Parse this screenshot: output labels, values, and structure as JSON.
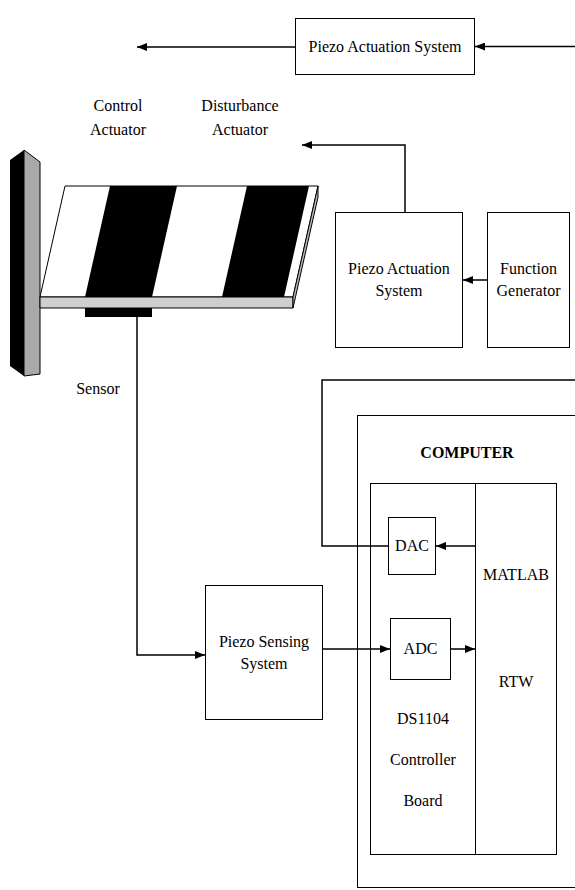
{
  "diagram": {
    "nodes": [
      {
        "text": [
          "Piezo Actuation System"
        ]
      },
      {
        "text": [
          "Piezo Actuation System"
        ]
      },
      {
        "text": [
          "Function Generator"
        ]
      },
      {
        "text": [
          "Piezo Sensing System"
        ]
      },
      {
        "text": [
          "COMPUTER"
        ]
      },
      {
        "text": [
          "DS1104 Controller Board"
        ],
        "in": 4
      },
      {
        "text": [
          "DAC"
        ],
        "in": 5
      },
      {
        "text": [
          "ADC"
        ],
        "in": 5
      },
      {
        "text": [
          "MATLAB",
          "RTW"
        ],
        "in": 4
      }
    ],
    "edges": [
      {
        "from": 2,
        "to": 1,
        "arrow": "to"
      },
      {
        "from": 6,
        "to": 0,
        "arrow": "to"
      },
      {
        "from": 8,
        "to": 6,
        "arrow": "to"
      },
      {
        "from": 3,
        "to": 7,
        "arrow": "to"
      },
      {
        "from": 7,
        "to": 8,
        "arrow": "to"
      }
    ],
    "labels": [
      "Control Actuator",
      "Disturbance Actuator",
      "Sensor"
    ]
  }
}
